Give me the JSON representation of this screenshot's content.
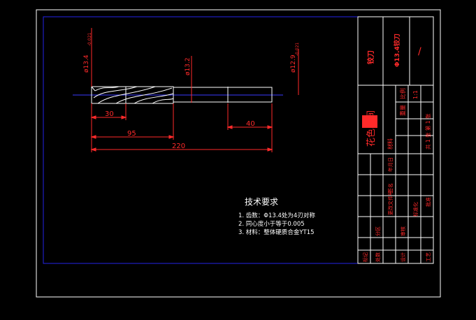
{
  "colors": {
    "background": "#000000",
    "outer_border": "#ffffff",
    "inner_border": "#1e1ee6",
    "title_block": "#ffffff",
    "title_text": "#ff2a2a",
    "dimension": "#ff2a2a",
    "centerline": "#3a3aff",
    "part_outline": "#ffffff",
    "notes": "#ffffff"
  },
  "dimensions": {
    "dia_left": "ø13.4",
    "dia_left_tol": "-0.021",
    "dia_mid": "ø13.2",
    "dia_right": "ø12.9",
    "dia_right_tol": "-0.021",
    "len_30": "30",
    "len_95": "95",
    "len_40": "40",
    "len_220": "220"
  },
  "notes": {
    "title": "技术要求",
    "items": [
      "1. 齿数：Φ13.4处为4刃对称",
      "2. 同心度小于等于0.005",
      "3. 材料：整体硬质合金YT15"
    ]
  },
  "title_block": {
    "drawing_name": "铰刀",
    "drawing_number": "Φ13.4铰刀",
    "slash": "/",
    "logo_text": "花色车间",
    "material_label": "材料",
    "weight_label": "重量",
    "scale_label": "比例",
    "scale_value": "1:1",
    "sheet_text": "共 1 张 第 1 张",
    "change_labels": [
      "标记",
      "处数",
      "分区",
      "更改文件号",
      "签名",
      "年月日"
    ],
    "role_labels": [
      "设计",
      "审核",
      "工艺",
      "标准化",
      "批准"
    ]
  }
}
